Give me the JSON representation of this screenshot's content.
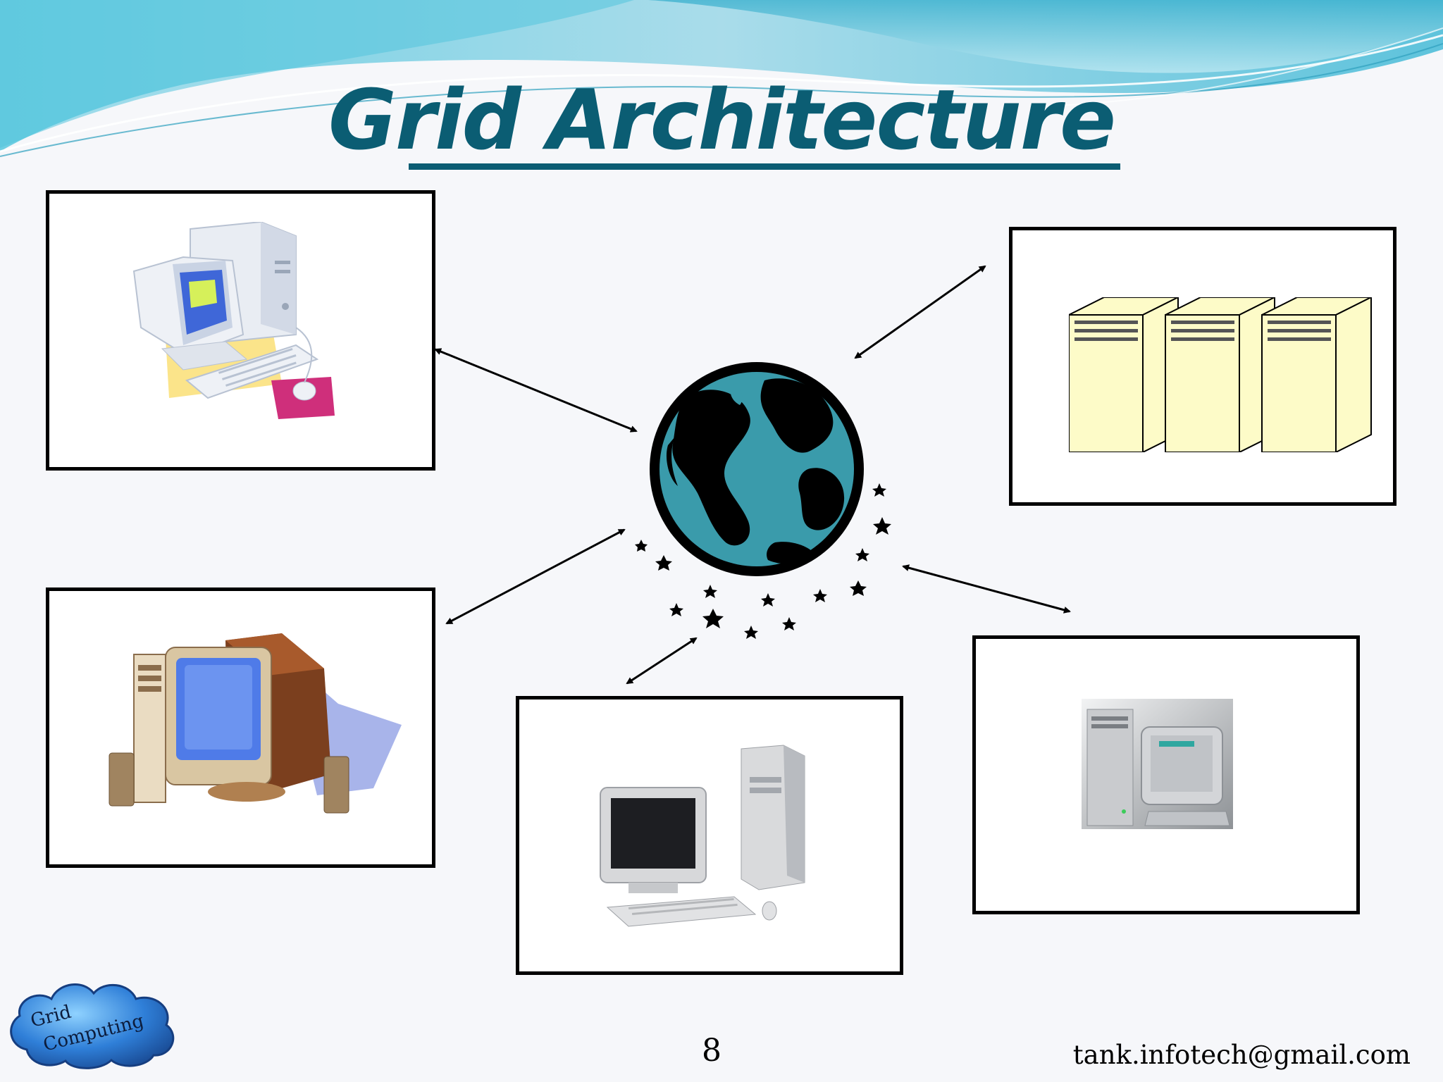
{
  "slide": {
    "title": "Grid Architecture",
    "page_number": "8",
    "footer_email": "tank.infotech@gmail.com",
    "logo": {
      "line1": "Grid",
      "line2": "Computing"
    }
  },
  "colors": {
    "title": "#0b5d73",
    "wave_light": "#9fdbe9",
    "wave_dark": "#4fb9d1",
    "globe_ocean": "#3a9bab",
    "server_fill": "#fdfbc8",
    "logo_cloud": "#2f7fd8"
  },
  "diagram": {
    "center": "globe-icon",
    "nodes": [
      {
        "id": "desktop-pc-illustrated",
        "icon": "desktop-computer-icon"
      },
      {
        "id": "server-rack",
        "icon": "server-tower-icon"
      },
      {
        "id": "crt-workstation",
        "icon": "crt-computer-icon"
      },
      {
        "id": "beige-desktop-photo",
        "icon": "desktop-computer-photo-icon"
      },
      {
        "id": "silver-computer",
        "icon": "embossed-computer-icon"
      }
    ]
  }
}
